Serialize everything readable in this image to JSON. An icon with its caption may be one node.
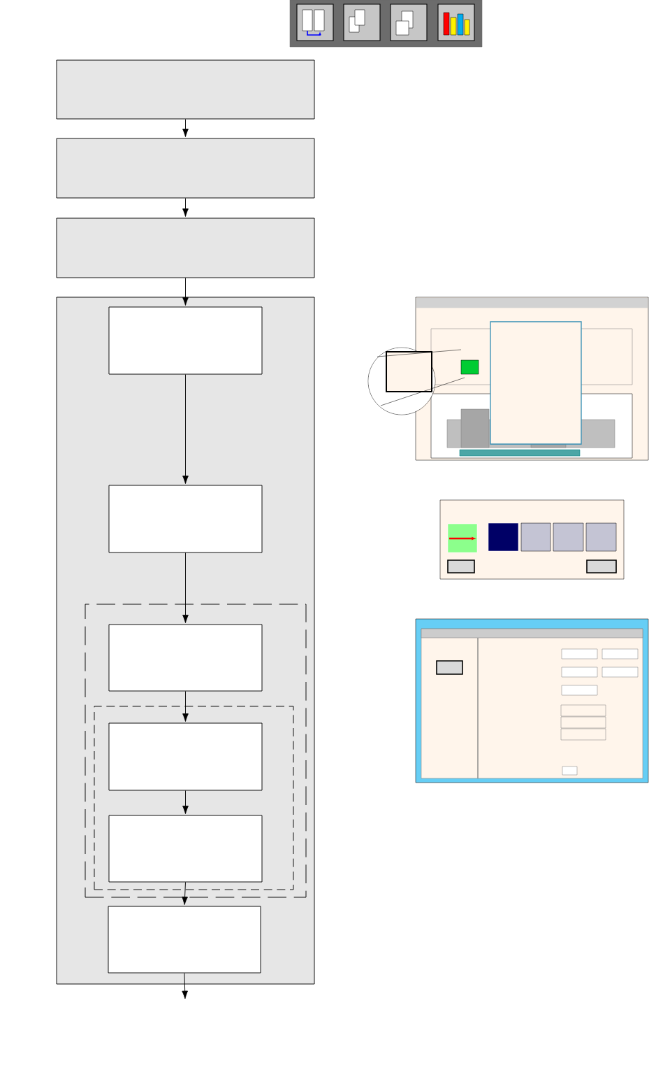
{
  "diagram": {
    "nodes": [
      {
        "text": [],
        "shape": "box"
      },
      {
        "text": [],
        "shape": "box"
      },
      {
        "text": [],
        "shape": "box"
      },
      {
        "text": [],
        "shape": "box"
      },
      {
        "text": [],
        "shape": "box",
        "in": 3
      },
      {
        "text": [],
        "shape": "box",
        "in": 3
      },
      {
        "text": [],
        "shape": "box",
        "in": 3
      },
      {
        "text": [],
        "shape": "box",
        "in": 6
      },
      {
        "text": [],
        "shape": "box",
        "in": 6
      },
      {
        "text": [],
        "shape": "box",
        "in": 8
      },
      {
        "text": [],
        "shape": "box",
        "in": 8
      },
      {
        "text": [],
        "shape": "box",
        "in": 3
      }
    ],
    "edges": [
      {
        "from": 0,
        "to": 1,
        "arrow": "to"
      },
      {
        "from": 1,
        "to": 2,
        "arrow": "to"
      },
      {
        "from": 2,
        "to": 4,
        "arrow": "to"
      },
      {
        "from": 4,
        "to": 5,
        "arrow": "to"
      },
      {
        "from": 5,
        "to": 7,
        "arrow": "to"
      },
      {
        "from": 7,
        "to": 9,
        "arrow": "to"
      },
      {
        "from": 9,
        "to": 10,
        "arrow": "to"
      },
      {
        "from": 10,
        "to": 11,
        "arrow": "to"
      },
      {
        "from": 11,
        "to": null,
        "arrow": "to"
      }
    ]
  }
}
